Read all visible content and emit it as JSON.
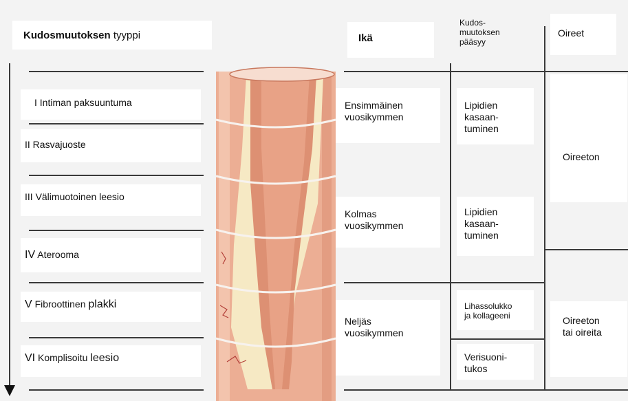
{
  "header": {
    "type_title_bold": "Kudosmuutoksen",
    "type_title_rest": "tyyppi",
    "age": "Ikä",
    "cause": "Kudos-\nmuutoksen\npääsyy",
    "symptoms": "Oireet"
  },
  "types": [
    {
      "numeral": "I",
      "text": "Intiman paksuuntuma",
      "text_big": ""
    },
    {
      "numeral": "II",
      "text": "Rasvajuoste",
      "text_big": ""
    },
    {
      "numeral": "III",
      "text": "Välimuotoinen leesio",
      "text_big": ""
    },
    {
      "numeral": "IV",
      "text": "Aterooma",
      "text_big": ""
    },
    {
      "numeral": "V",
      "text": "Fibroottinen",
      "text_big": "plakki"
    },
    {
      "numeral": "VI",
      "text": "Komplisoitu",
      "text_big": "leesio"
    }
  ],
  "ages": [
    "Ensimmäinen\nvuosikymmen",
    "Kolmas\nvuosikymmen",
    "Neljäs\nvuosikymmen"
  ],
  "causes": [
    "Lipidien\nkasaan-\ntuminen",
    "Lipidien\nkasaan-\ntuminen",
    "Lihassolukko\nja kollageeni",
    "Verisuoni-\ntukos"
  ],
  "symptoms_values": [
    "Oireeton",
    "Oireeton\ntai oireita"
  ],
  "colors": {
    "artery_outer": "#e9a98f",
    "artery_inner": "#d98a6e",
    "plaque": "#f6e9c4",
    "line": "#3a3a3a"
  }
}
